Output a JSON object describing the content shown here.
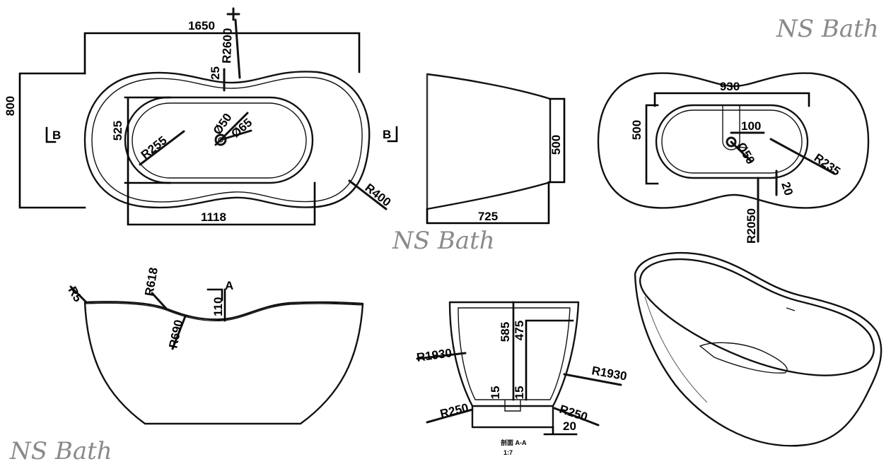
{
  "watermark": "NS Bath",
  "top_view": {
    "length": "1650",
    "width": "800",
    "inner_length": "1118",
    "inner_width": "525",
    "radius_end": "R255",
    "radius_corner": "R400",
    "radius_rim": "R2600",
    "rim_offset": "25",
    "drain_dia": "Ø50",
    "drain_outer": "Ø65",
    "section_label_left": "B",
    "section_label_right": "B"
  },
  "side_profile": {
    "height": "500",
    "depth": "725"
  },
  "bottom_view": {
    "length": "930",
    "width": "500",
    "drain_offset": "100",
    "drain_dia": "Ø50",
    "radius_end": "R235",
    "wall": "20",
    "radius_side": "R2050"
  },
  "front_view": {
    "radius_tip": "R5",
    "radius_top": "R618",
    "radius_dip": "R690",
    "dip_depth": "110",
    "section_label": "A"
  },
  "section_view": {
    "height_total": "585",
    "height_inner": "475",
    "radius_wall_left": "R1930",
    "radius_wall_right": "R1930",
    "radius_foot_left": "R250",
    "radius_foot_right": "R250",
    "floor_left": "15",
    "floor_right": "15",
    "base": "20",
    "caption": "剖面 A-A",
    "scale": "1:7"
  }
}
